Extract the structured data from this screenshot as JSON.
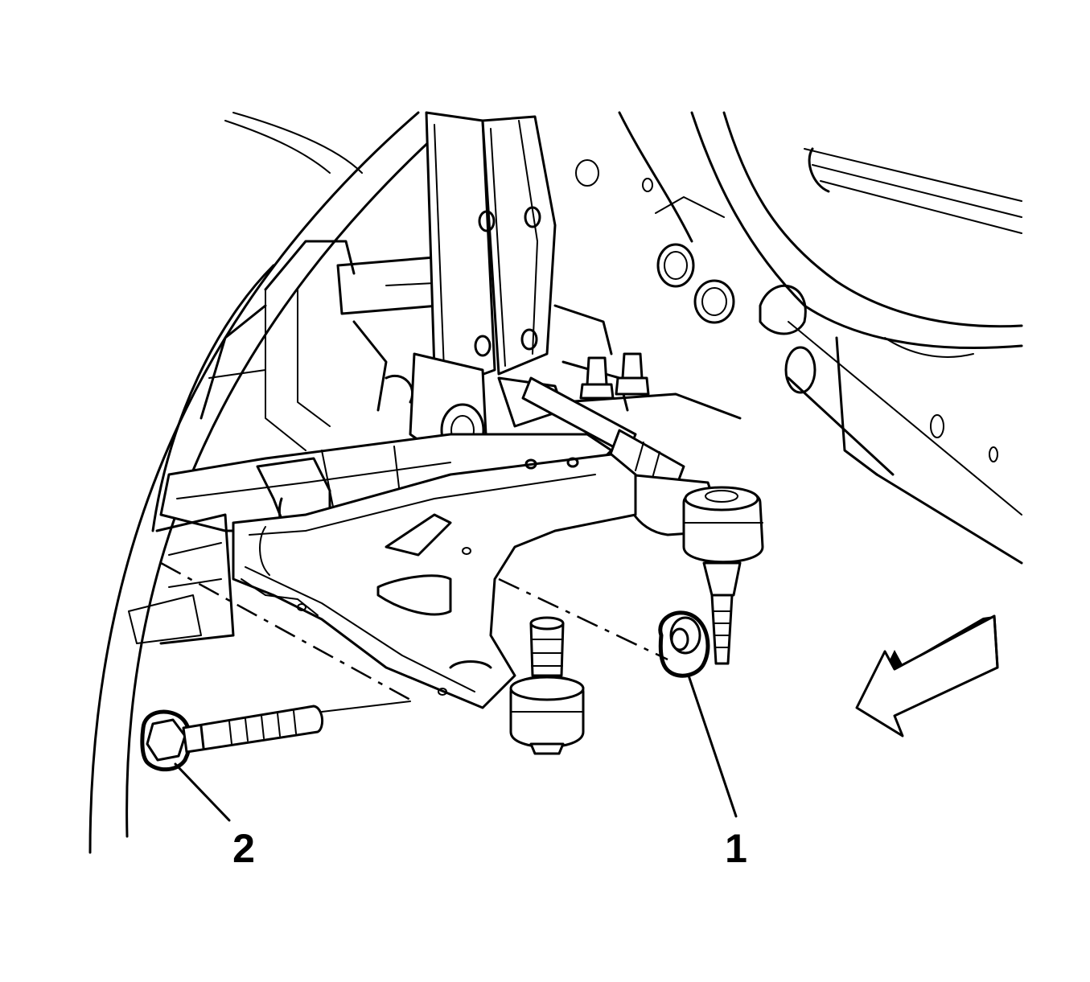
{
  "callouts": [
    {
      "id": "1",
      "label": "1",
      "part": "nut"
    },
    {
      "id": "2",
      "label": "2",
      "part": "bolt"
    }
  ],
  "colors": {
    "line": "#000000",
    "background": "#ffffff"
  },
  "icons": {
    "direction_arrow": "front-direction-arrow-icon"
  }
}
